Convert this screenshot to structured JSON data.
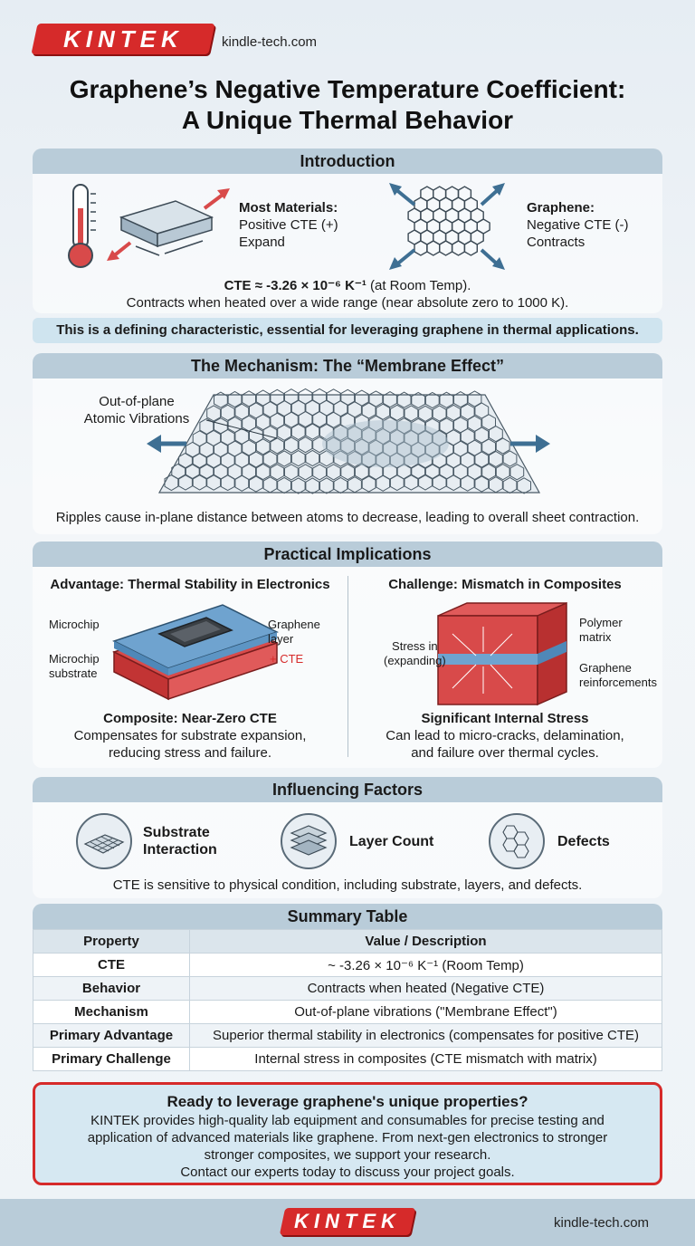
{
  "header": {
    "logo": "KINTEK",
    "site": "kindle-tech.com"
  },
  "title": {
    "line1": "Graphene’s Negative Temperature Coefficient:",
    "line2": "A Unique Thermal Behavior"
  },
  "intro": {
    "heading": "Introduction",
    "most_title": "Most Materials:",
    "most_line1": "Positive CTE (+)",
    "most_line2": "Expand",
    "graphene_title": "Graphene:",
    "graphene_line1": "Negative CTE (-)",
    "graphene_line2": "Contracts",
    "cte_value": "CTE ≈ -3.26 × 10⁻⁶ K⁻¹",
    "cte_suffix": " (at Room Temp).",
    "contracts": "Contracts when heated over a wide range (near absolute zero to 1000 K).",
    "note": "This is a defining characteristic, essential for leveraging graphene in thermal applications."
  },
  "mechanism": {
    "heading": "The Mechanism: The “Membrane Effect”",
    "label_line1": "Out-of-plane",
    "label_line2": "Atomic Vibrations",
    "caption": "Ripples cause in-plane distance between atoms to decrease, leading to overall sheet contraction."
  },
  "implications": {
    "heading": "Practical Implications",
    "adv_title": "Advantage: Thermal Stability in Electronics",
    "adv_microchip": "Microchip",
    "adv_substrate_1": "Microchip",
    "adv_substrate_2": "substrate",
    "adv_graphene_1": "Graphene",
    "adv_graphene_2": "layer",
    "adv_cte": "+ CTE",
    "adv_sub_title": "Composite: Near-Zero CTE",
    "adv_desc_1": "Compensates for substrate expansion,",
    "adv_desc_2": "reducing stress and failure.",
    "ch_title": "Challenge: Mismatch in Composites",
    "ch_stress_1": "Stress in",
    "ch_stress_2": "(expanding)",
    "ch_polymer_1": "Polymer",
    "ch_polymer_2": "matrix",
    "ch_graphene_1": "Graphene",
    "ch_graphene_2": "reinforcements",
    "ch_sub_title": "Significant Internal Stress",
    "ch_desc_1": "Can lead to micro-cracks, delamination,",
    "ch_desc_2": "and failure over thermal cycles."
  },
  "factors": {
    "heading": "Influencing Factors",
    "f1_line1": "Substrate",
    "f1_line2": "Interaction",
    "f2": "Layer Count",
    "f3": "Defects",
    "caption": "CTE is sensitive to physical condition, including substrate, layers, and defects."
  },
  "summary": {
    "heading": "Summary Table",
    "col1": "Property",
    "col2": "Value / Description",
    "rows": [
      {
        "p": "CTE",
        "v": "~ -3.26 × 10⁻⁶ K⁻¹ (Room Temp)"
      },
      {
        "p": "Behavior",
        "v": "Contracts when heated (Negative CTE)"
      },
      {
        "p": "Mechanism",
        "v": "Out-of-plane vibrations (\"Membrane Effect\")"
      },
      {
        "p": "Primary Advantage",
        "v": "Superior thermal stability in electronics (compensates for positive CTE)"
      },
      {
        "p": "Primary Challenge",
        "v": "Internal stress in composites (CTE mismatch with matrix)"
      }
    ]
  },
  "cta": {
    "title": "Ready to leverage graphene's unique properties?",
    "line1": "KINTEK provides high-quality lab equipment and consumables for precise testing and",
    "line2": "application of advanced materials like graphene. From next-gen electronics to stronger",
    "line3": "stronger composites, we support your research.",
    "line4": "Contact our experts today to discuss your project goals."
  },
  "footer": {
    "logo": "KINTEK",
    "site": "kindle-tech.com"
  },
  "colors": {
    "brand_red": "#d62a2a",
    "section_head": "#b9ccd9",
    "note_bar": "#cfe4ef",
    "arrow_blue": "#3e6f93"
  },
  "icons": [
    "thermometer-icon",
    "expanding-slab-icon",
    "graphene-lattice-icon",
    "rippled-graphene-sheet-icon",
    "microchip-icon",
    "composite-block-icon",
    "substrate-grid-icon",
    "layer-stack-icon",
    "defect-lattice-icon"
  ]
}
